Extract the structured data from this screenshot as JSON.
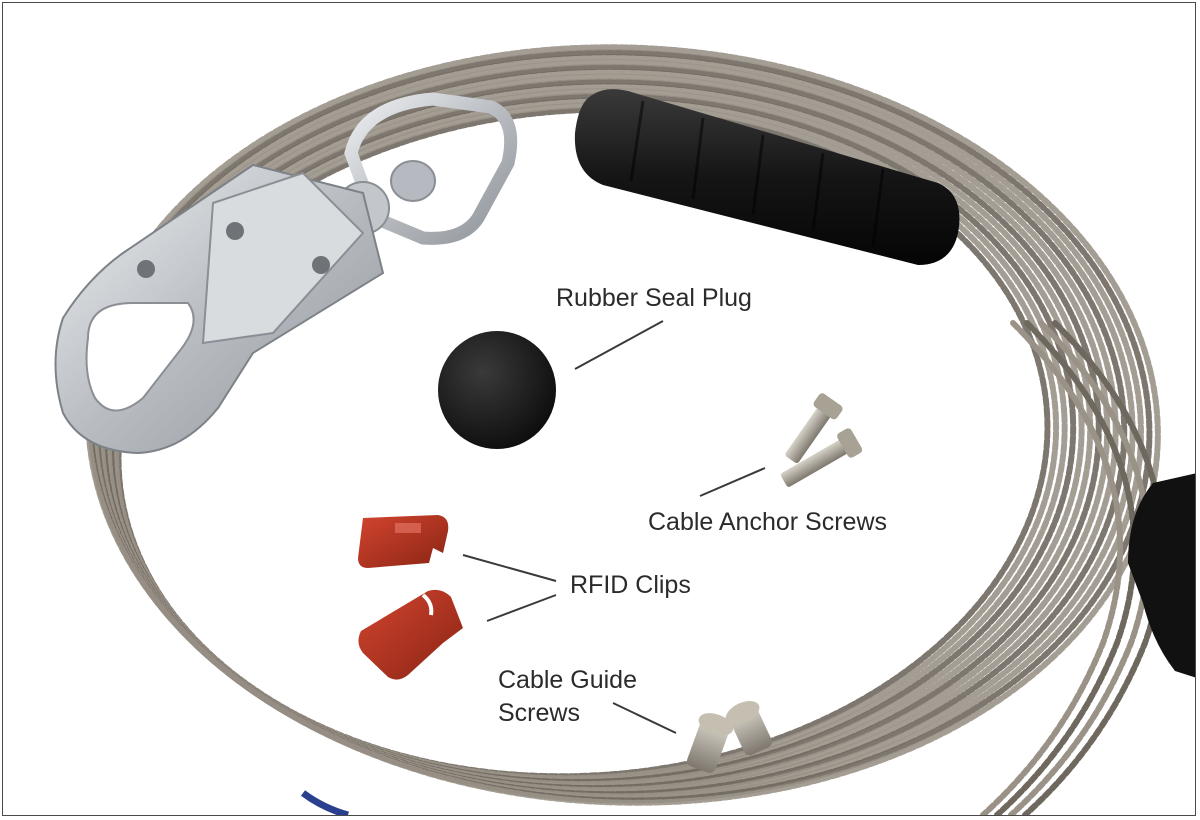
{
  "callouts": {
    "rubber_seal_plug": "Rubber Seal Plug",
    "cable_anchor_screws": "Cable Anchor Screws",
    "rfid_clips": "RFID Clips",
    "cable_guide_screws_line1": "Cable Guide",
    "cable_guide_screws_line2": "Screws"
  },
  "colors": {
    "cable": "#9a9287",
    "cable_dark": "#6f685f",
    "hook_metal": "#c9ccd0",
    "grip": "#1b1b1b",
    "rfid_clip": "#b0301f",
    "screw": "#9c968b",
    "frame_border": "#4a4a4a"
  },
  "icons": [
    "snap-hook",
    "swivel",
    "rubber-grip",
    "rubber-ball",
    "rfid-clip",
    "screw"
  ]
}
